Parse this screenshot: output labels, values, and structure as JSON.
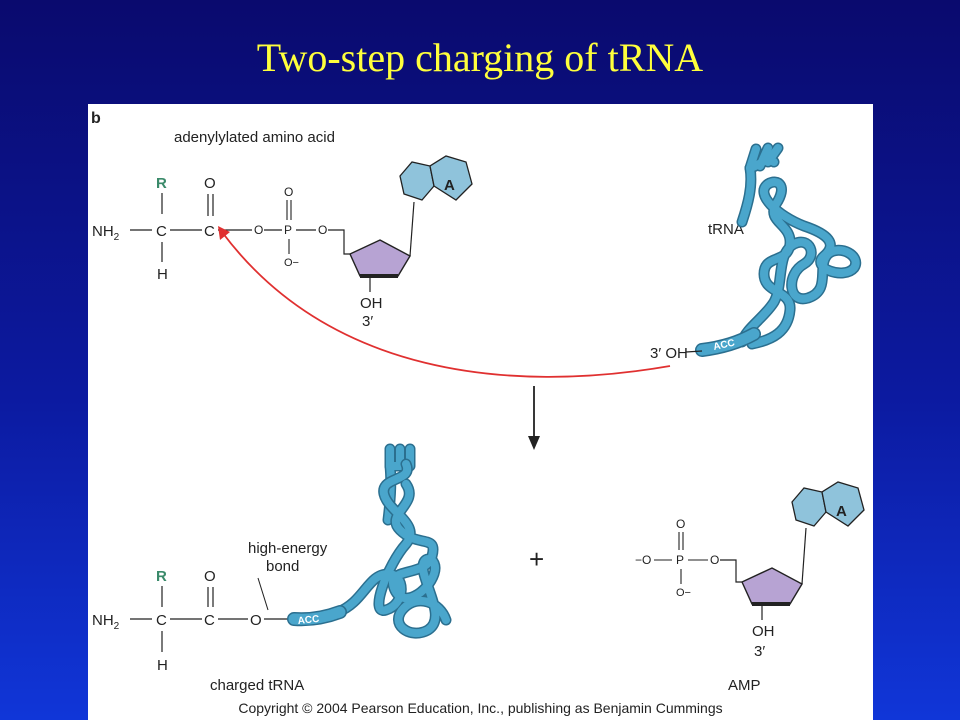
{
  "slide": {
    "title": "Two-step charging of tRNA"
  },
  "figure": {
    "panel_label": "b",
    "top": {
      "caption": "adenylylated amino acid",
      "r": "R",
      "nh2": "NH",
      "nh2_sub": "2",
      "c_alpha": "C",
      "h": "H",
      "c_carbonyl": "C",
      "o_double": "O",
      "o_link1": "O",
      "p": "P",
      "o_top": "O",
      "o_minus": "O−",
      "o_link2": "O",
      "base": "A",
      "oh": "OH",
      "prime3": "3′",
      "trna_label": "tRNA",
      "trna_end": "3′ OH",
      "acc": "ACC"
    },
    "plus": "+",
    "bottom_left": {
      "r": "R",
      "nh2": "NH",
      "nh2_sub": "2",
      "c_alpha": "C",
      "h": "H",
      "c_carbonyl": "C",
      "o_double": "O",
      "o_ester": "O",
      "bond_label_1": "high-energy",
      "bond_label_2": "bond",
      "acc": "ACC",
      "caption": "charged tRNA"
    },
    "bottom_right": {
      "o_top": "O",
      "o_left": "−O",
      "p": "P",
      "o_right": "O",
      "o_bottom": "O−",
      "base": "A",
      "oh": "OH",
      "prime3": "3′",
      "caption": "AMP"
    },
    "copyright": "Copyright © 2004 Pearson Education, Inc., publishing as Benjamin Cummings",
    "colors": {
      "trna": "#4aa6cc",
      "trna_outline": "#2b6f8f",
      "ribose": "#b7a3d3",
      "base": "#8fc3db",
      "r_group": "#3a8a6a",
      "arrow": "#e03030"
    }
  }
}
